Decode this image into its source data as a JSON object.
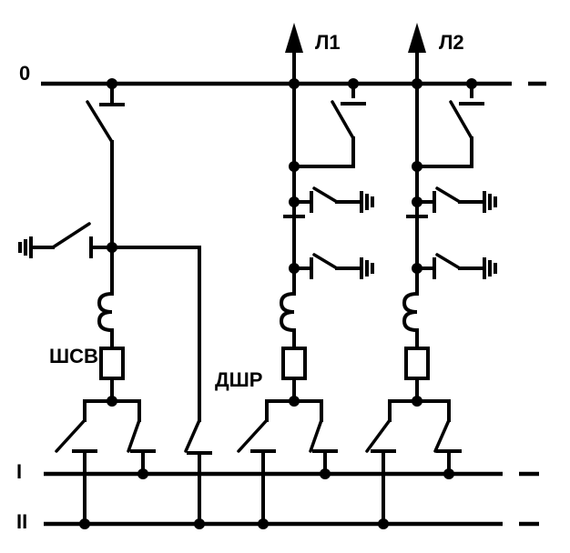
{
  "labels": {
    "bus_zero": "0",
    "line_1": "Л1",
    "line_2": "Л2",
    "coupler": "ШСВ",
    "reactor": "ДШР",
    "bus_one": "I",
    "bus_two": "II"
  },
  "colors": {
    "ink": "#000000",
    "paper": "#ffffff"
  }
}
